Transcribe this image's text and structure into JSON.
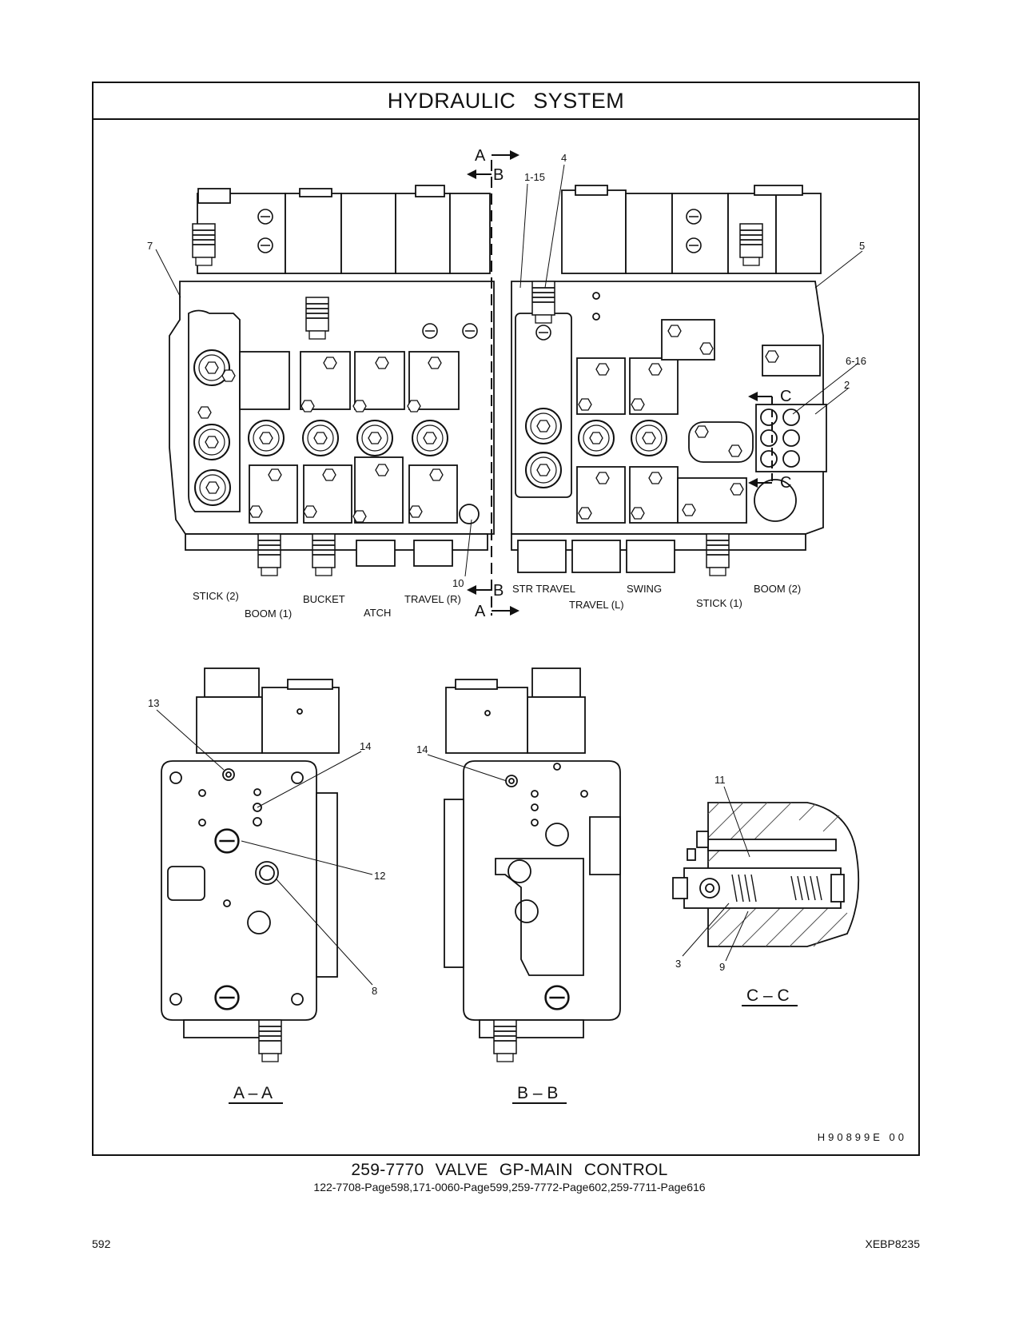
{
  "header": {
    "title": "HYDRAULIC SYSTEM"
  },
  "callouts": {
    "c1_15": "1-15",
    "c4": "4",
    "c7": "7",
    "c5": "5",
    "c6_16": "6-16",
    "c2": "2",
    "c10": "10",
    "c13": "13",
    "c14a": "14",
    "c14b": "14",
    "c12": "12",
    "c8": "8",
    "c11": "11",
    "c3": "3",
    "c9": "9"
  },
  "section_marks": {
    "a": "A",
    "b": "B",
    "c": "C"
  },
  "valve_labels": {
    "stick2": "STICK (2)",
    "boom1": "BOOM (1)",
    "bucket": "BUCKET",
    "atch": "ATCH",
    "travel_r": "TRAVEL (R)",
    "str_travel": "STR TRAVEL",
    "travel_l": "TRAVEL (L)",
    "swing": "SWING",
    "stick1": "STICK (1)",
    "boom2": "BOOM (2)"
  },
  "section_titles": {
    "aa": "A – A",
    "bb": "B – B",
    "cc": "C – C"
  },
  "drawing_number": "H90899E  00",
  "caption": {
    "title": "259-7770 VALVE GP-MAIN CONTROL",
    "references": "122-7708-Page598,171-0060-Page599,259-7772-Page602,259-7711-Page616"
  },
  "footer": {
    "page_number": "592",
    "doc_id": "XEBP8235"
  }
}
